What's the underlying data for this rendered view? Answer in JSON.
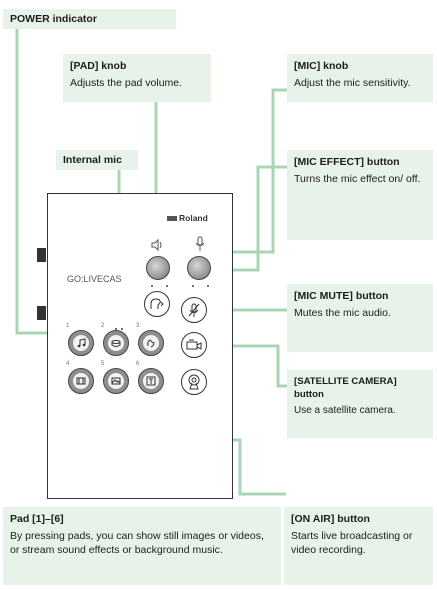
{
  "colors": {
    "callout_bg": "#e7f2e8",
    "leader": "#a9d5b4",
    "device_outline": "#333333"
  },
  "device": {
    "model_text": "GO:LIVECAS",
    "brand": "Roland"
  },
  "callouts": {
    "power": {
      "title": "POWER indicator",
      "desc": ""
    },
    "pad_knob": {
      "title": "[PAD] knob",
      "desc": "Adjusts the pad volume."
    },
    "mic_knob": {
      "title": "[MIC] knob",
      "desc": "Adjust the mic sensitivity."
    },
    "internal_mic": {
      "title": "Internal mic",
      "desc": ""
    },
    "mic_effect": {
      "title": "[MIC EFFECT] button",
      "desc": "Turns the mic effect on/ off."
    },
    "mic_mute": {
      "title": "[MIC MUTE] button",
      "desc": "Mutes the mic audio."
    },
    "satellite": {
      "title": "[SATELLITE CAMERA] button",
      "desc": "Use a satellite camera."
    },
    "pads": {
      "title": "Pad [1]–[6]",
      "desc": "By pressing pads, you can show still images or videos, or stream sound effects or background music."
    },
    "on_air": {
      "title": "[ON AIR] button",
      "desc": "Starts live broadcasting or video recording."
    }
  },
  "pad_numbers": [
    "1",
    "2",
    "3",
    "4",
    "5",
    "6"
  ],
  "icons": {
    "pad_knob_symbol": "speaker-icon",
    "mic_knob_symbol": "microphone-icon",
    "pad1": "music-note-icon",
    "pad2": "drum-icon",
    "pad3": "applause-icon",
    "pad4": "film-icon",
    "pad5": "image-icon",
    "pad6": "text-icon",
    "mic_effect": "voice-effect-icon",
    "mic_mute": "mic-mute-icon",
    "satellite": "camera-switch-icon",
    "on_air": "broadcast-icon"
  }
}
